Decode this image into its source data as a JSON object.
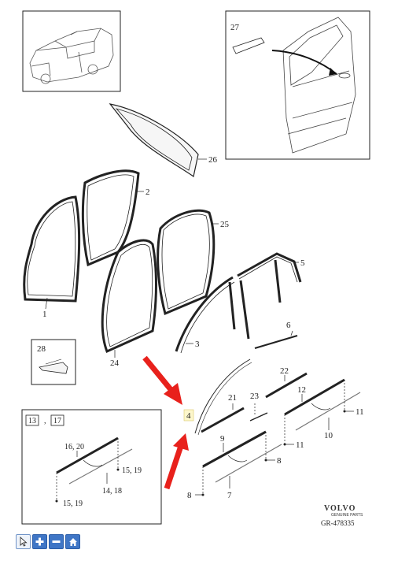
{
  "callouts": {
    "c1": "1",
    "c2": "2",
    "c3": "3",
    "c4": "4",
    "c5": "5",
    "c6": "6",
    "c7": "7",
    "c8a": "8",
    "c8b": "8",
    "c9": "9",
    "c10": "10",
    "c11a": "11",
    "c11b": "11",
    "c12": "12",
    "c21": "21",
    "c22": "22",
    "c23": "23",
    "c24": "24",
    "c25": "25",
    "c26": "26",
    "c27": "27",
    "c28": "28"
  },
  "detail_box": {
    "ref_a": "13",
    "sep": ",",
    "ref_b": "17",
    "label_top": "16, 20",
    "label_right": "15, 19",
    "label_mid": "14, 18",
    "label_bottom": "15, 19"
  },
  "brand": {
    "name": "VOLVO",
    "tagline": "GENUINE PARTS",
    "code": "GR-478335"
  },
  "colors": {
    "highlight_arrow": "#e8211c",
    "toolbar_blue": "#3f76c6",
    "line": "#222222"
  },
  "toolbar": {
    "icons": [
      "pointer-icon",
      "zoom-in-icon",
      "zoom-out-icon",
      "home-icon"
    ]
  }
}
